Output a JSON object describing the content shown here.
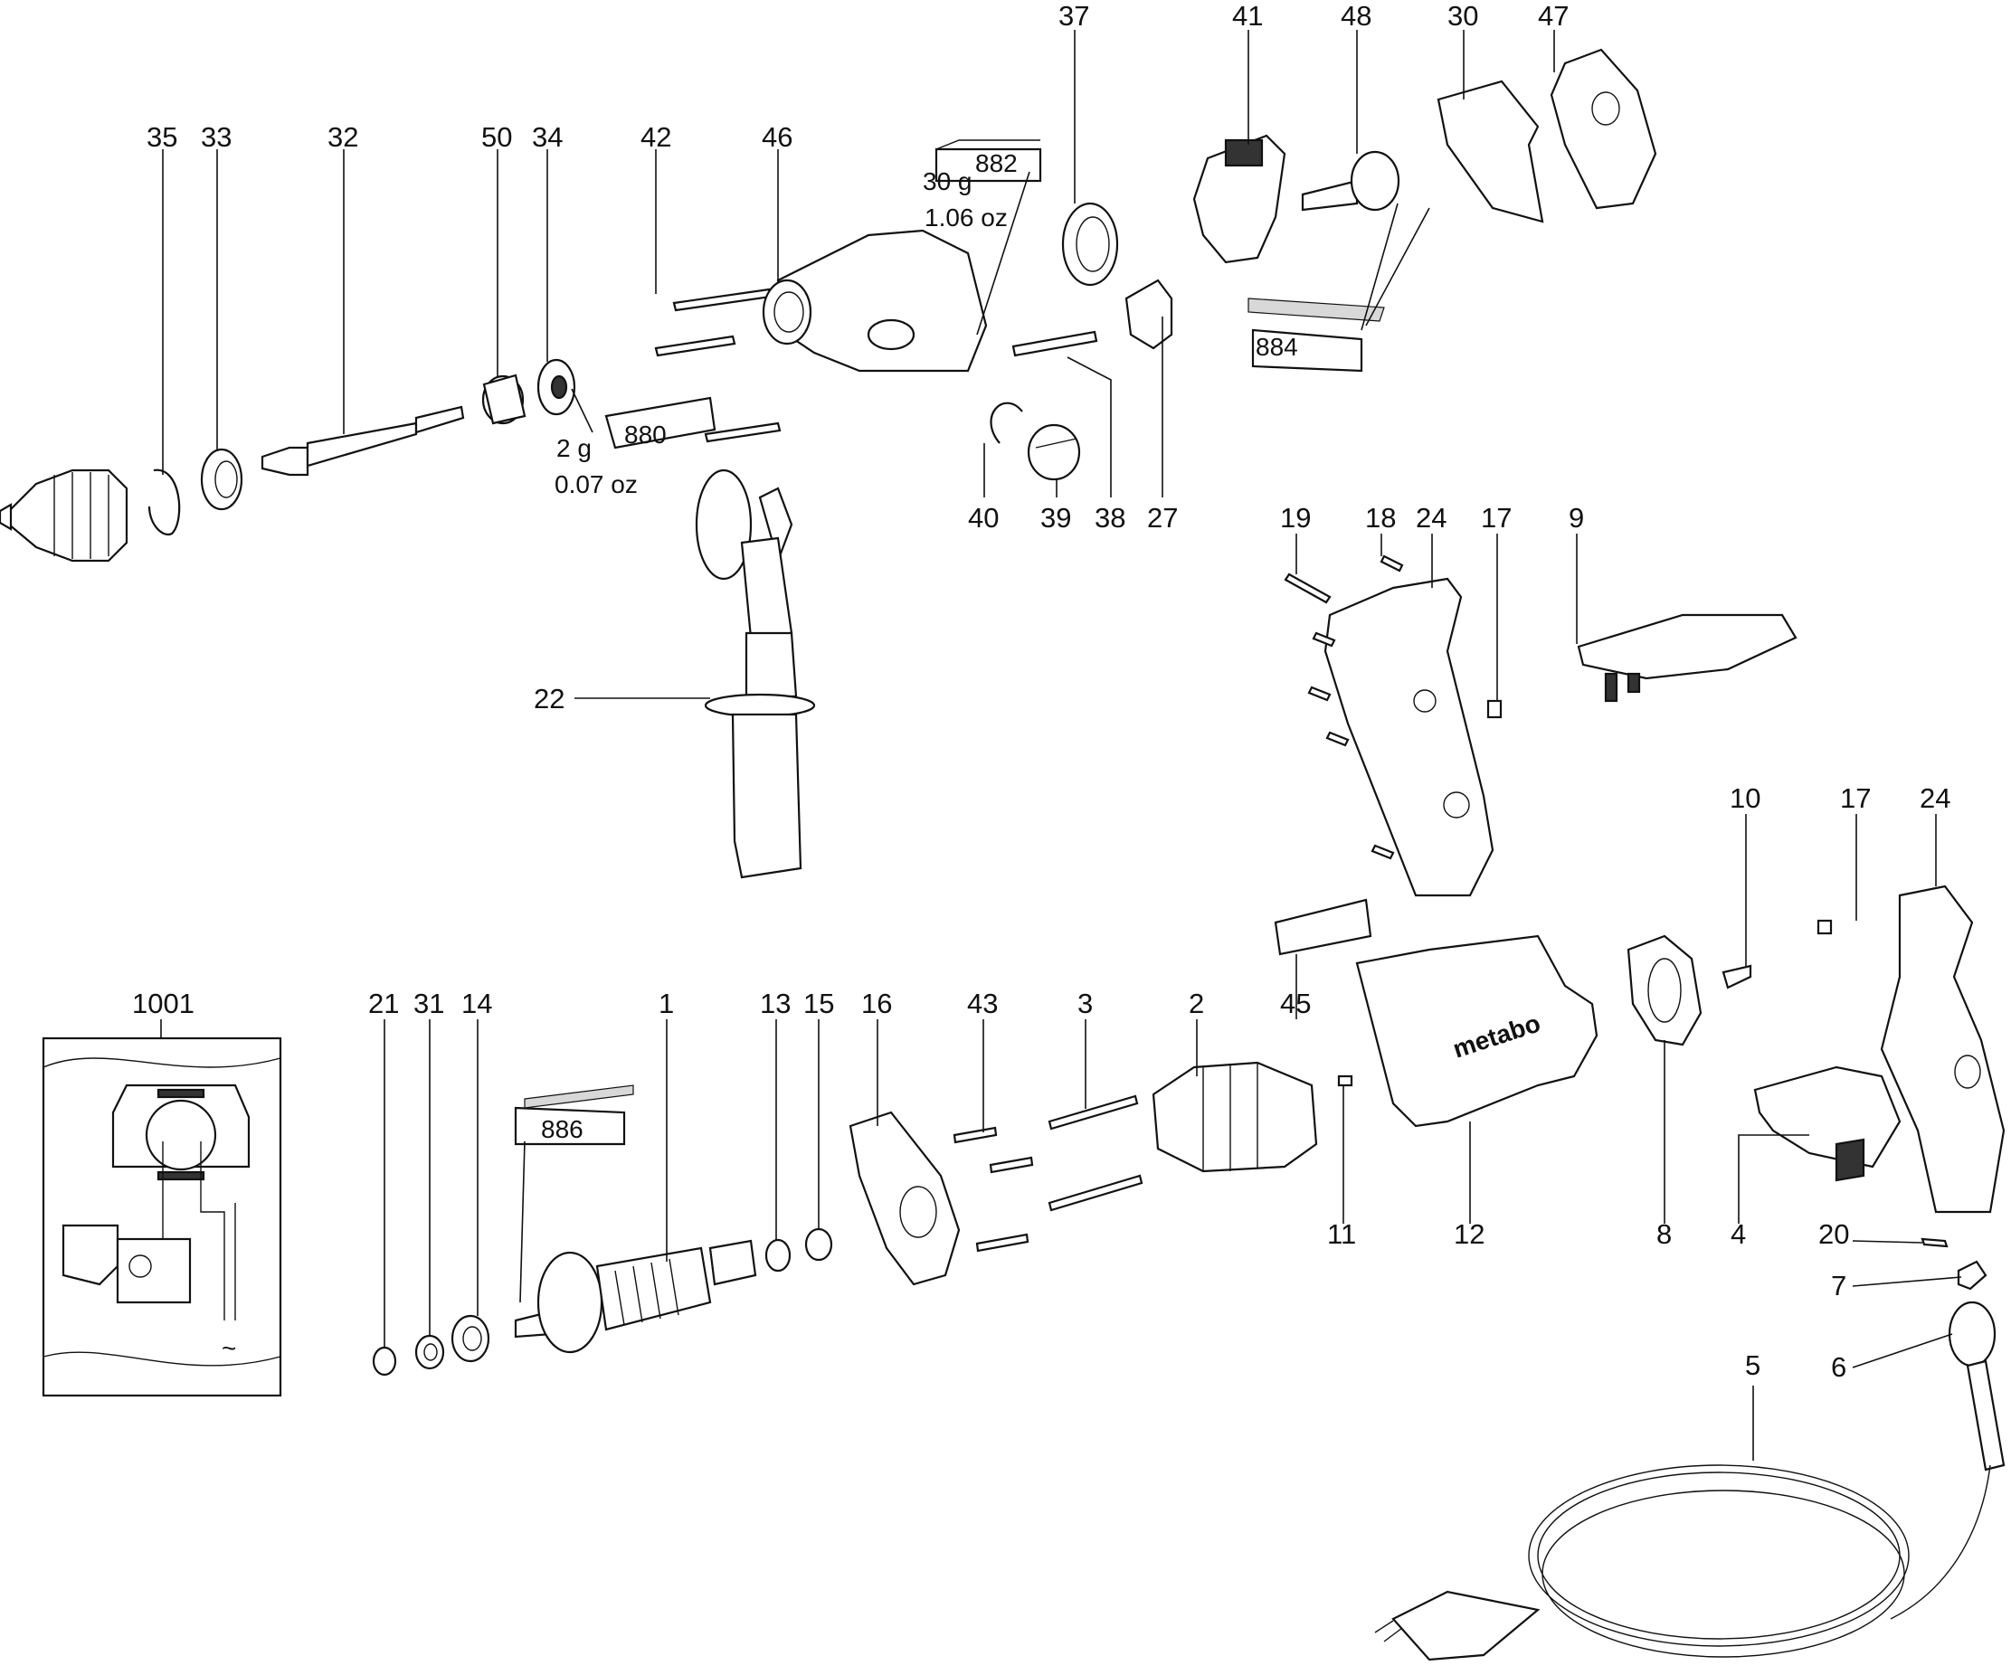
{
  "parts": {
    "p35": "35",
    "p33": "33",
    "p32": "32",
    "p50": "50",
    "p34": "34",
    "p42": "42",
    "p46": "46",
    "p37": "37",
    "p41": "41",
    "p48": "48",
    "p30": "30",
    "p47": "47",
    "p40": "40",
    "p39": "39",
    "p38": "38",
    "p27": "27",
    "p19": "19",
    "p18": "18",
    "p24": "24",
    "p17": "17",
    "p9": "9",
    "p22": "22",
    "p10": "10",
    "p17b": "17",
    "p24b": "24",
    "p1001": "1001",
    "p21": "21",
    "p31": "31",
    "p14": "14",
    "p1": "1",
    "p13": "13",
    "p15": "15",
    "p16": "16",
    "p43": "43",
    "p3": "3",
    "p2": "2",
    "p45": "45",
    "p11": "11",
    "p12": "12",
    "p8": "8",
    "p4": "4",
    "p20": "20",
    "p7": "7",
    "p5": "5",
    "p6": "6"
  },
  "lubricants": {
    "grease_882": {
      "code": "882",
      "amount": "30 g",
      "amount_alt": "1.06 oz"
    },
    "grease_880": {
      "code": "880",
      "amount": "2 g",
      "amount_alt": "0.07 oz"
    },
    "grease_884": {
      "code": "884"
    },
    "grease_886": {
      "code": "886"
    }
  },
  "housing_brand": "metabo",
  "schematic_symbol": "~",
  "colors": {
    "line": "#111111",
    "background": "#ffffff"
  }
}
